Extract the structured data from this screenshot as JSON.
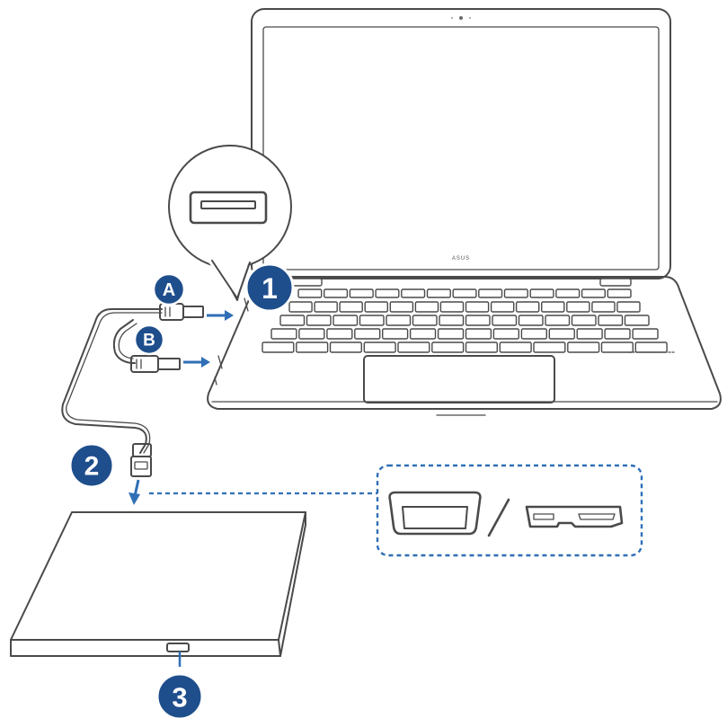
{
  "colors": {
    "badge": "#1f4e8c",
    "arrow": "#2f6fb6",
    "dashed": "#2f6fb6",
    "outline": "#4a4a4a"
  },
  "laptop": {
    "brand": "ASUS"
  },
  "steps": {
    "step1": "1",
    "step2": "2",
    "step3": "3"
  },
  "connectors": {
    "a": "A",
    "b": "B"
  },
  "icons": {
    "usb_port_zoom": "usb-a-port-icon",
    "usb_a_port": "usb-a-port-icon",
    "usb_micro_b_port": "usb-micro-b-3-port-icon",
    "eject_button": "eject-button-icon"
  }
}
